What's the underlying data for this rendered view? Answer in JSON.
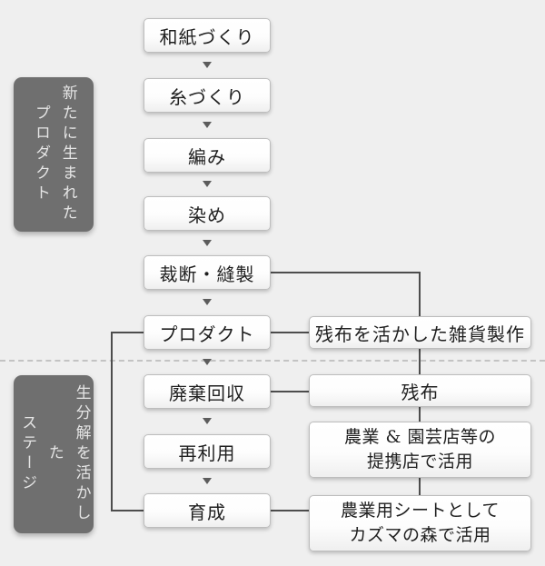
{
  "diagram": {
    "stage_labels": [
      {
        "line1": "新たに生まれた",
        "line2": "プロダクト"
      },
      {
        "line1": "生分解を活かした",
        "line2": "ステージ"
      }
    ],
    "flow_steps": [
      "和紙づくり",
      "糸づくり",
      "編み",
      "染め",
      "裁断・縫製",
      "プロダクト",
      "廃棄回収",
      "再利用",
      "育成"
    ],
    "side_boxes": [
      {
        "line1": "残布を活かした雑貨製作",
        "line2": ""
      },
      {
        "line1": "残布",
        "line2": ""
      },
      {
        "line1": "農業 & 園芸店等の",
        "line2": "提携店で活用"
      },
      {
        "line1": "農業用シートとして",
        "line2": "カズマの森で活用"
      }
    ],
    "colors": {
      "background": "#efefef",
      "box_fill": "#ffffff",
      "box_border": "#bdbdbd",
      "stage_label_fill": "#6f6f6f",
      "stage_label_text": "#e5e5e5",
      "connector": "#4d4d4d",
      "dashed_divider": "#c3c3c3",
      "text": "#1f1f1f"
    }
  }
}
